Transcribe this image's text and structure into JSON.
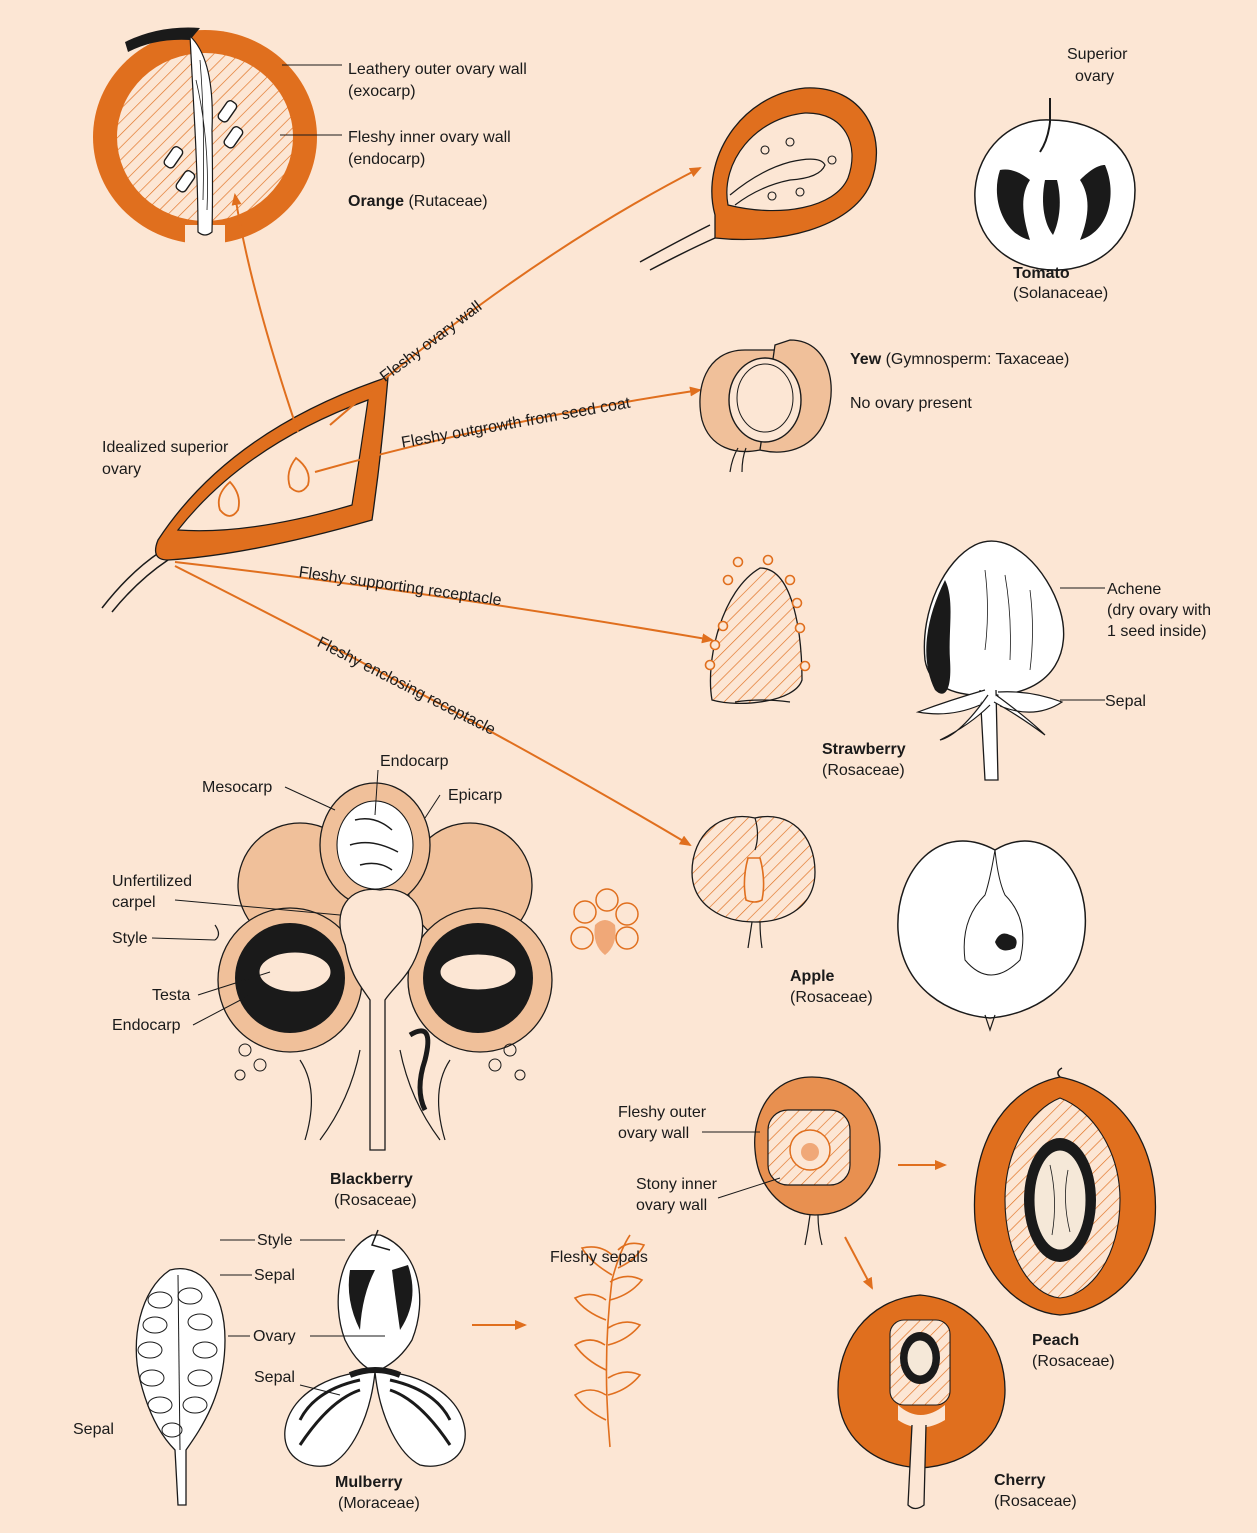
{
  "colors": {
    "background": "#fce6d4",
    "orange": "#e06f1e",
    "light_orange": "#f3b48a",
    "peach": "#f0c09a",
    "ink": "#1a1a1a"
  },
  "orange": {
    "exocarp": "Leathery outer ovary wall",
    "exocarp_sub": "(exocarp)",
    "endocarp": "Fleshy inner ovary wall",
    "endocarp_sub": "(endocarp)",
    "name": "Orange",
    "family": "(Rutaceae)"
  },
  "tomato": {
    "superior1": "Superior",
    "superior2": "ovary",
    "name": "Tomato",
    "family": "(Solanaceae)"
  },
  "yew": {
    "name": "Yew",
    "family": "(Gymnosperm: Taxaceae)",
    "note": "No ovary present"
  },
  "ideal": {
    "line1": "Idealized superior",
    "line2": "ovary"
  },
  "arrows": {
    "ovary_wall": "Fleshy ovary wall",
    "seed_coat": "Fleshy outgrowth from seed coat",
    "supporting": "Fleshy supporting receptacle",
    "enclosing": "Fleshy enclosing receptacle"
  },
  "strawberry": {
    "achene1": "Achene",
    "achene2": "(dry ovary with",
    "achene3": "1 seed inside)",
    "sepal": "Sepal",
    "name": "Strawberry",
    "family": "(Rosaceae)"
  },
  "blackberry": {
    "endocarp_top": "Endocarp",
    "mesocarp": "Mesocarp",
    "epicarp": "Epicarp",
    "unfert1": "Unfertilized",
    "unfert2": "carpel",
    "style": "Style",
    "testa": "Testa",
    "endocarp": "Endocarp",
    "name": "Blackberry",
    "family": "(Rosaceae)"
  },
  "apple": {
    "name": "Apple",
    "family": "(Rosaceae)"
  },
  "drupe": {
    "outer1": "Fleshy outer",
    "outer2": "ovary wall",
    "inner1": "Stony inner",
    "inner2": "ovary wall"
  },
  "peach": {
    "name": "Peach",
    "family": "(Rosaceae)"
  },
  "cherry": {
    "name": "Cherry",
    "family": "(Rosaceae)"
  },
  "mulberry": {
    "style": "Style",
    "sepal1": "Sepal",
    "ovary": "Ovary",
    "sepal2": "Sepal",
    "sepal3": "Sepal",
    "fleshy_sepals": "Fleshy sepals",
    "name": "Mulberry",
    "family": "(Moraceae)"
  }
}
